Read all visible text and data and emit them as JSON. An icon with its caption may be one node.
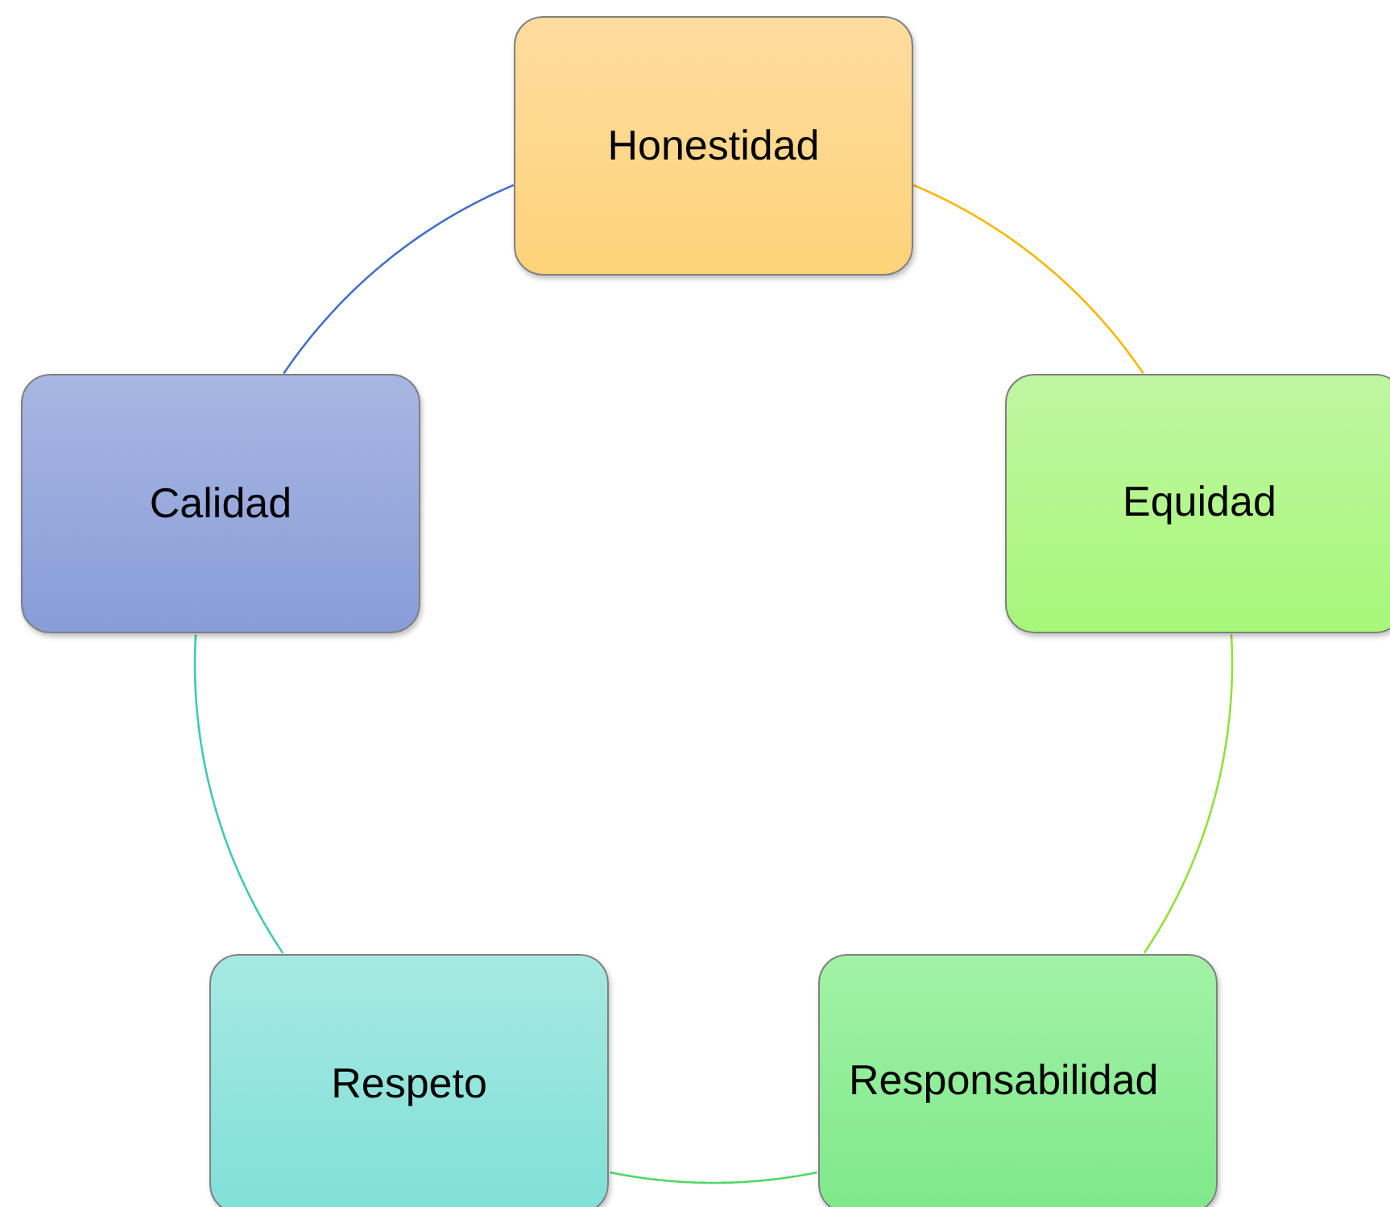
{
  "diagram": {
    "nodes": [
      {
        "text": [
          "Honestidad"
        ]
      },
      {
        "text": [
          "Equidad"
        ]
      },
      {
        "text": [
          "Responsabilidad"
        ]
      },
      {
        "text": [
          "Respeto"
        ]
      },
      {
        "text": [
          "Calidad"
        ]
      }
    ],
    "edges": [
      {
        "from": 0,
        "to": 1,
        "arrow": "none",
        "color": "#f5b800"
      },
      {
        "from": 1,
        "to": 2,
        "arrow": "none",
        "color": "#92e03a"
      },
      {
        "from": 2,
        "to": 3,
        "arrow": "none",
        "color": "#4fd86a"
      },
      {
        "from": 3,
        "to": 4,
        "arrow": "none",
        "color": "#40c8b8"
      },
      {
        "from": 4,
        "to": 0,
        "arrow": "none",
        "color": "#4472c4"
      }
    ]
  }
}
